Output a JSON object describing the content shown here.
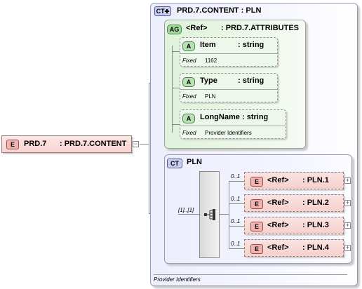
{
  "root": {
    "badge": "E",
    "name": "PRD.7",
    "type": ": PRD.7.CONTENT"
  },
  "content_type": {
    "badge": "CT",
    "title": "PRD.7.CONTENT : PLN",
    "footer": "Provider Identifiers"
  },
  "attribute_group": {
    "badge": "AG",
    "ref": "<Ref>",
    "name": ": PRD.7.ATTRIBUTES",
    "attributes": [
      {
        "badge": "A",
        "name": "Item",
        "type": ": string",
        "fixed_label": "Fixed",
        "fixed_value": "1162"
      },
      {
        "badge": "A",
        "name": "Type",
        "type": ": string",
        "fixed_label": "Fixed",
        "fixed_value": "PLN"
      },
      {
        "badge": "A",
        "name": "LongName",
        "type": ": string",
        "fixed_label": "Fixed",
        "fixed_value": "Provider Identifiers"
      }
    ]
  },
  "pln_type": {
    "badge": "CT",
    "name": "PLN",
    "sequence_occurrence": "[1]..[1]",
    "elements": [
      {
        "occurrence": "0..1",
        "badge": "E",
        "ref": "<Ref>",
        "name": ": PLN.1"
      },
      {
        "occurrence": "0..1",
        "badge": "E",
        "ref": "<Ref>",
        "name": ": PLN.2"
      },
      {
        "occurrence": "0..1",
        "badge": "E",
        "ref": "<Ref>",
        "name": ": PLN.3"
      },
      {
        "occurrence": "0..1",
        "badge": "E",
        "ref": "<Ref>",
        "name": ": PLN.4"
      }
    ]
  }
}
